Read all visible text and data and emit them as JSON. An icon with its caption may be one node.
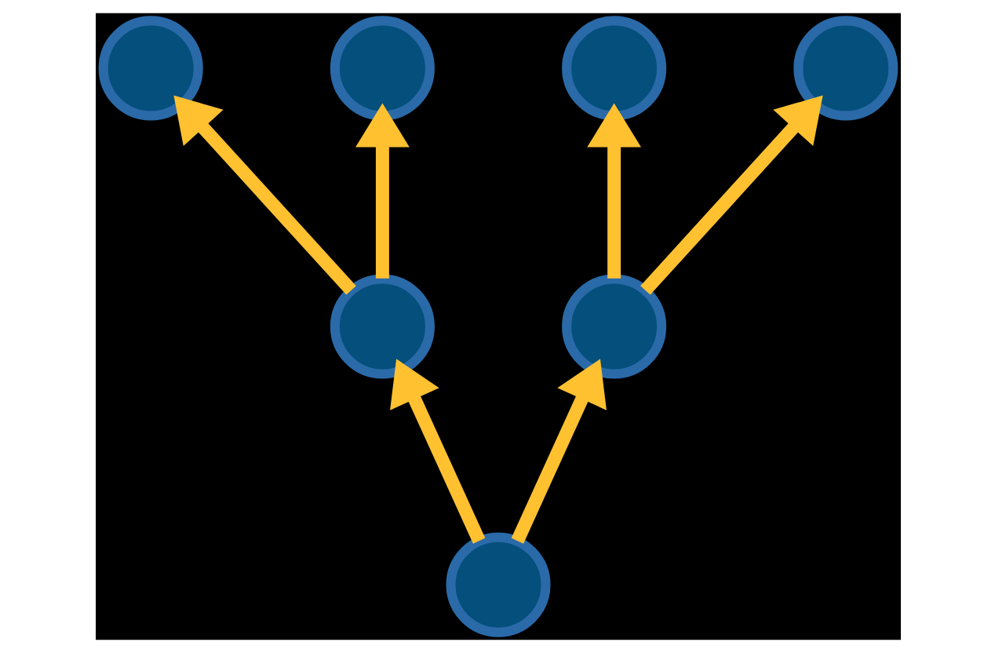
{
  "diagram": {
    "nodes": [
      {
        "text": [],
        "shape": "circle"
      },
      {
        "text": [],
        "shape": "circle"
      },
      {
        "text": [],
        "shape": "circle"
      },
      {
        "text": [],
        "shape": "circle"
      },
      {
        "text": [],
        "shape": "circle"
      },
      {
        "text": [],
        "shape": "circle"
      },
      {
        "text": [],
        "shape": "circle"
      }
    ],
    "edges": [
      {
        "from": 6,
        "to": 4,
        "arrow": "to"
      },
      {
        "from": 6,
        "to": 5,
        "arrow": "to"
      },
      {
        "from": 4,
        "to": 0,
        "arrow": "to"
      },
      {
        "from": 4,
        "to": 1,
        "arrow": "to"
      },
      {
        "from": 5,
        "to": 2,
        "arrow": "to"
      },
      {
        "from": 5,
        "to": 3,
        "arrow": "to"
      }
    ]
  }
}
